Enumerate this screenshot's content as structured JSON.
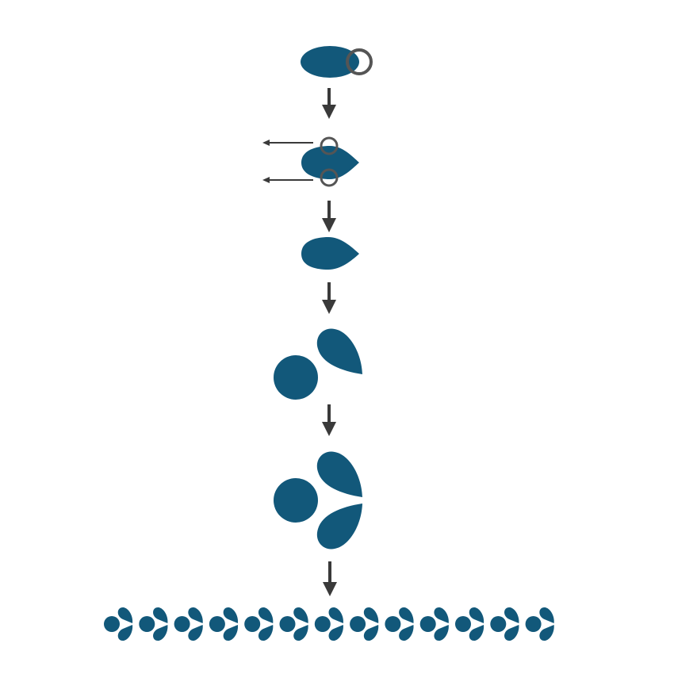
{
  "colors": {
    "shape": "#12587A",
    "handle": "#555555",
    "arrow": "#3A3A3A",
    "background": "#FFFFFF"
  },
  "steps": [
    {
      "name": "ellipse-with-handle",
      "description_icon": "ellipse-icon"
    },
    {
      "name": "ellipse-handles-dragged",
      "description_icon": "drag-handle-icon"
    },
    {
      "name": "teardrop",
      "description_icon": "teardrop-icon"
    },
    {
      "name": "circle-plus-petal",
      "description_icon": "petal-icon"
    },
    {
      "name": "circle-plus-two-petals",
      "description_icon": "motif-icon"
    },
    {
      "name": "repeated-pattern-border",
      "description_icon": "pattern-icon"
    }
  ],
  "pattern": {
    "repeat_count": 13
  }
}
